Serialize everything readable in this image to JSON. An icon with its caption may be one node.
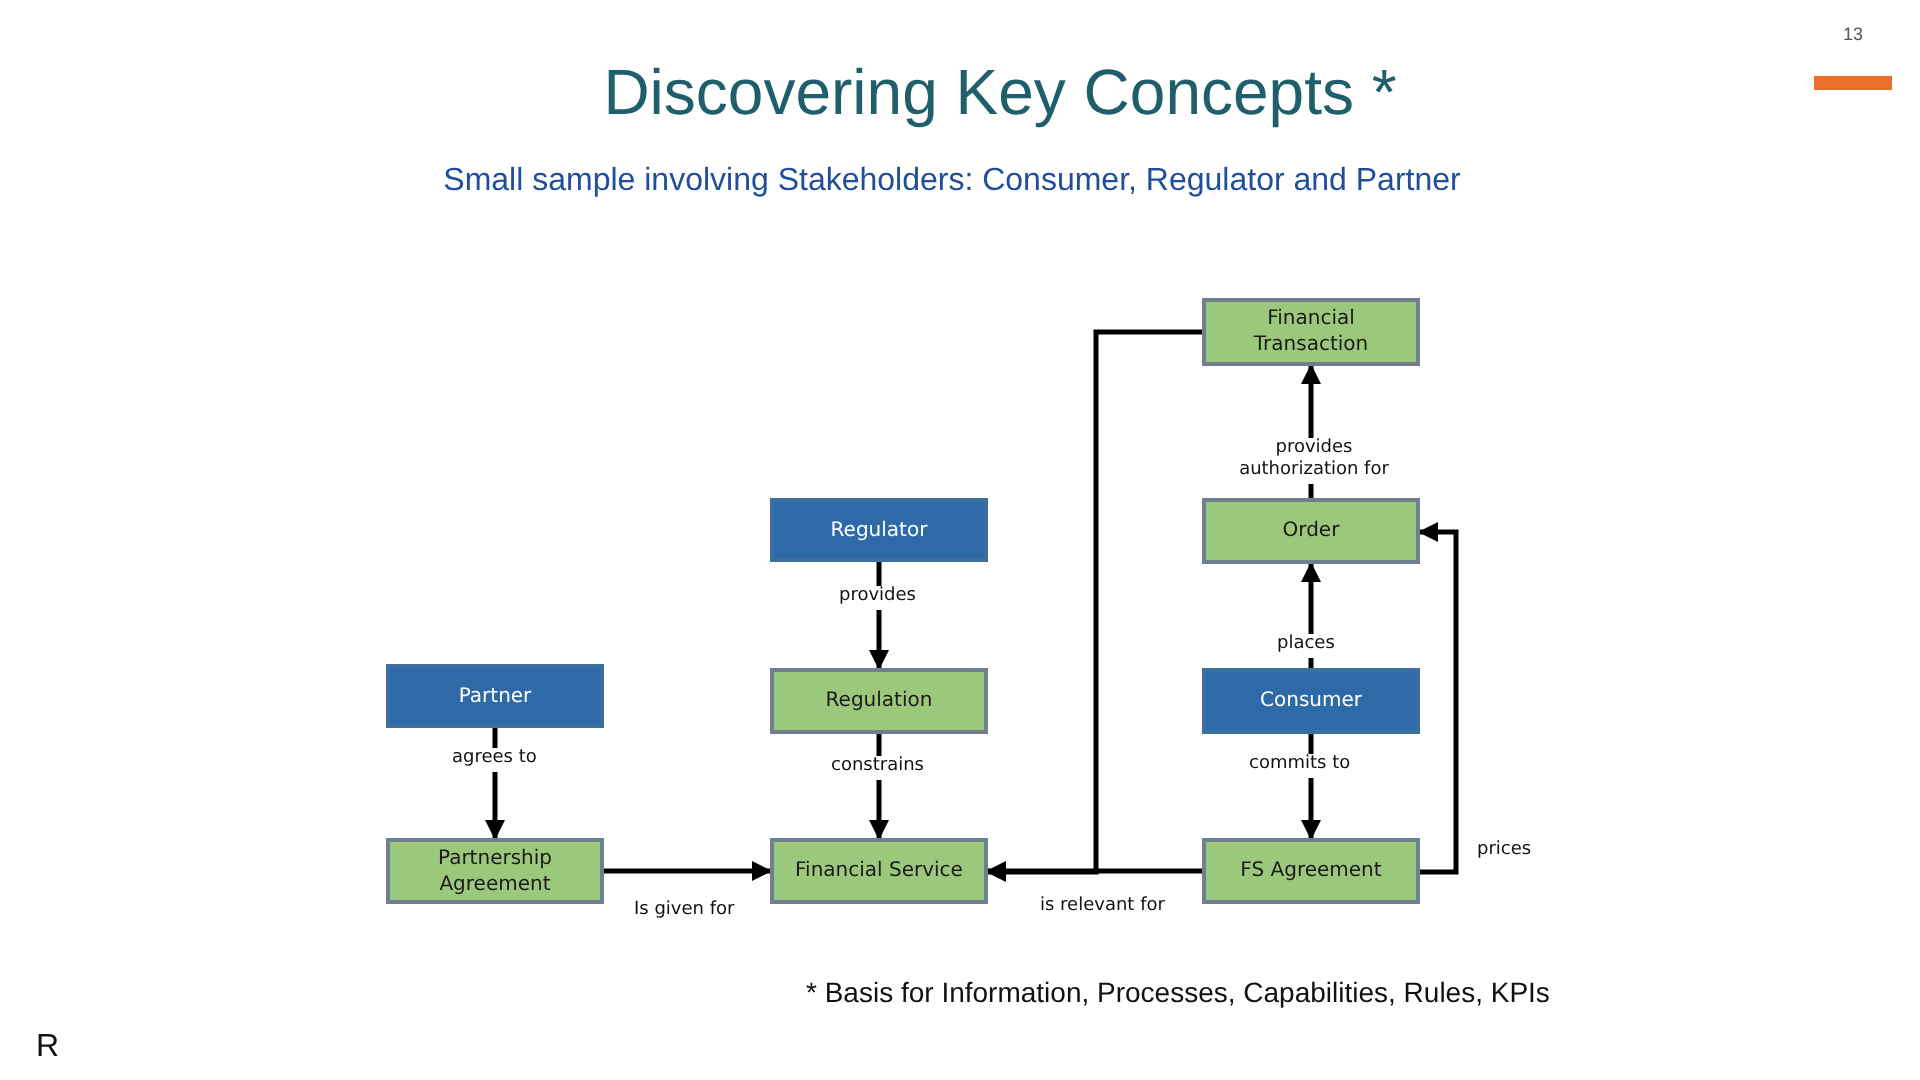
{
  "diagram": {
    "title": "Discovering Key Concepts *",
    "caption": "Small sample involving Stakeholders: Consumer, Regulator and Partner",
    "nodes": [
      {
        "text": [
          "Financial Transaction"
        ]
      },
      {
        "text": [
          "Regulator"
        ]
      },
      {
        "text": [
          "Order"
        ]
      },
      {
        "text": [
          "Partner"
        ]
      },
      {
        "text": [
          "Regulation"
        ]
      },
      {
        "text": [
          "Consumer"
        ]
      },
      {
        "text": [
          "Partnership Agreement"
        ]
      },
      {
        "text": [
          "Financial Service"
        ]
      },
      {
        "text": [
          "FS Agreement"
        ]
      }
    ],
    "edges": [
      {
        "from": 1,
        "to": 4,
        "arrow": "to",
        "label": "provides"
      },
      {
        "from": 4,
        "to": 7,
        "arrow": "to",
        "label": "constrains"
      },
      {
        "from": 3,
        "to": 6,
        "arrow": "to",
        "label": "agrees to"
      },
      {
        "from": 6,
        "to": 7,
        "arrow": "to",
        "label": "Is given for"
      },
      {
        "from": 5,
        "to": 2,
        "arrow": "to",
        "label": "places"
      },
      {
        "from": 2,
        "to": 0,
        "arrow": "to",
        "label": "provides authorization for"
      },
      {
        "from": 5,
        "to": 8,
        "arrow": "to",
        "label": "commits to"
      },
      {
        "from": 8,
        "to": 7,
        "arrow": "to",
        "label": "is relevant for"
      },
      {
        "from": 0,
        "to": 7,
        "arrow": "to"
      },
      {
        "from": 8,
        "to": 2,
        "arrow": "to",
        "label": "prices"
      }
    ],
    "labels": [
      "13",
      "* Basis for Information, Processes, Capabilities, Rules, KPIs",
      "R"
    ]
  }
}
